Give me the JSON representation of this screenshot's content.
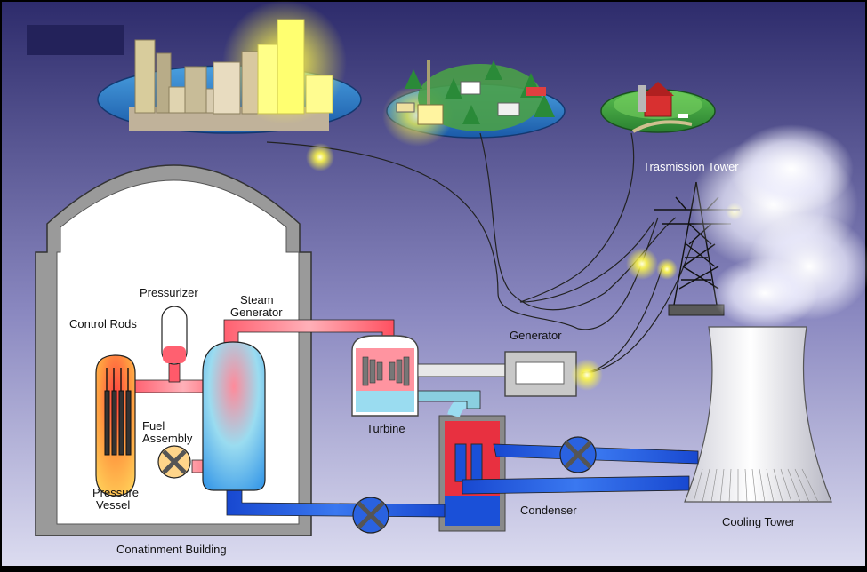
{
  "labels": {
    "pressurizer": "Pressurizer",
    "steam_generator_line1": "Steam",
    "steam_generator_line2": "Generator",
    "control_rods": "Control Rods",
    "fuel_assembly_line1": "Fuel",
    "fuel_assembly_line2": "Assembly",
    "pressure_vessel_line1": "Pressure",
    "pressure_vessel_line2": "Vessel",
    "containment_building": "Conatinment Building",
    "turbine": "Turbine",
    "generator": "Generator",
    "condenser": "Condenser",
    "transmission_tower": "Trasmission Tower",
    "cooling_tower": "Cooling Tower"
  },
  "colors": {
    "background_top": "#2a2a6a",
    "background_bottom": "#d8d8f0",
    "hot_loop": "#e8283a",
    "cold_loop": "#1a4fd8",
    "glow": "#fff84a",
    "containment_wall": "#9a9a9a"
  }
}
